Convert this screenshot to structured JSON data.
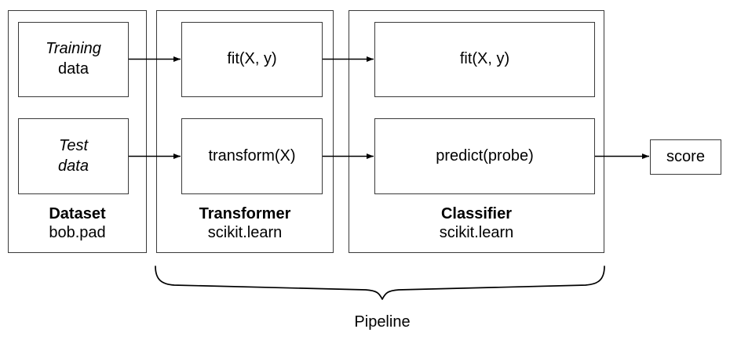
{
  "diagram": {
    "title": "Pipeline",
    "pipeline_label": "Pipeline",
    "stroke_color": "#3a3a3a",
    "text_color": "#000000",
    "background": "#ffffff"
  },
  "groups": [
    {
      "id": "dataset",
      "caption_title": "Dataset",
      "caption_sub": "bob.pad",
      "nodes": [
        {
          "id": "training-data",
          "line1": "Training",
          "line2": "data",
          "line1_style": "italic",
          "line2_style": "normal"
        },
        {
          "id": "test-data",
          "line1": "Test",
          "line2": "data",
          "line1_style": "italic",
          "line2_style": "italic"
        }
      ]
    },
    {
      "id": "transformer",
      "caption_title": "Transformer",
      "caption_sub": "scikit.learn",
      "nodes": [
        {
          "id": "transformer-fit",
          "line1": "fit(X, y)",
          "line2": "",
          "line1_style": "normal",
          "line2_style": "normal"
        },
        {
          "id": "transformer-transform",
          "line1": "transform(X)",
          "line2": "",
          "line1_style": "normal",
          "line2_style": "normal"
        }
      ]
    },
    {
      "id": "classifier",
      "caption_title": "Classifier",
      "caption_sub": "scikit.learn",
      "nodes": [
        {
          "id": "classifier-fit",
          "line1": "fit(X, y)",
          "line2": "",
          "line1_style": "normal",
          "line2_style": "normal"
        },
        {
          "id": "classifier-predict",
          "line1": "predict(probe)",
          "line2": "",
          "line1_style": "normal",
          "line2_style": "normal"
        }
      ]
    }
  ],
  "output": {
    "score_label": "score"
  },
  "connections": [
    {
      "id": "training-to-transformer-fit",
      "from": "training-data",
      "to": "transformer-fit"
    },
    {
      "id": "test-to-transformer-transform",
      "from": "test-data",
      "to": "transformer-transform"
    },
    {
      "id": "transformer-fit-to-classifier-fit",
      "from": "transformer-fit",
      "to": "classifier-fit"
    },
    {
      "id": "transformer-transform-to-classifier-predict",
      "from": "transformer-transform",
      "to": "classifier-predict"
    },
    {
      "id": "classifier-predict-to-score",
      "from": "classifier-predict",
      "to": "score"
    }
  ]
}
